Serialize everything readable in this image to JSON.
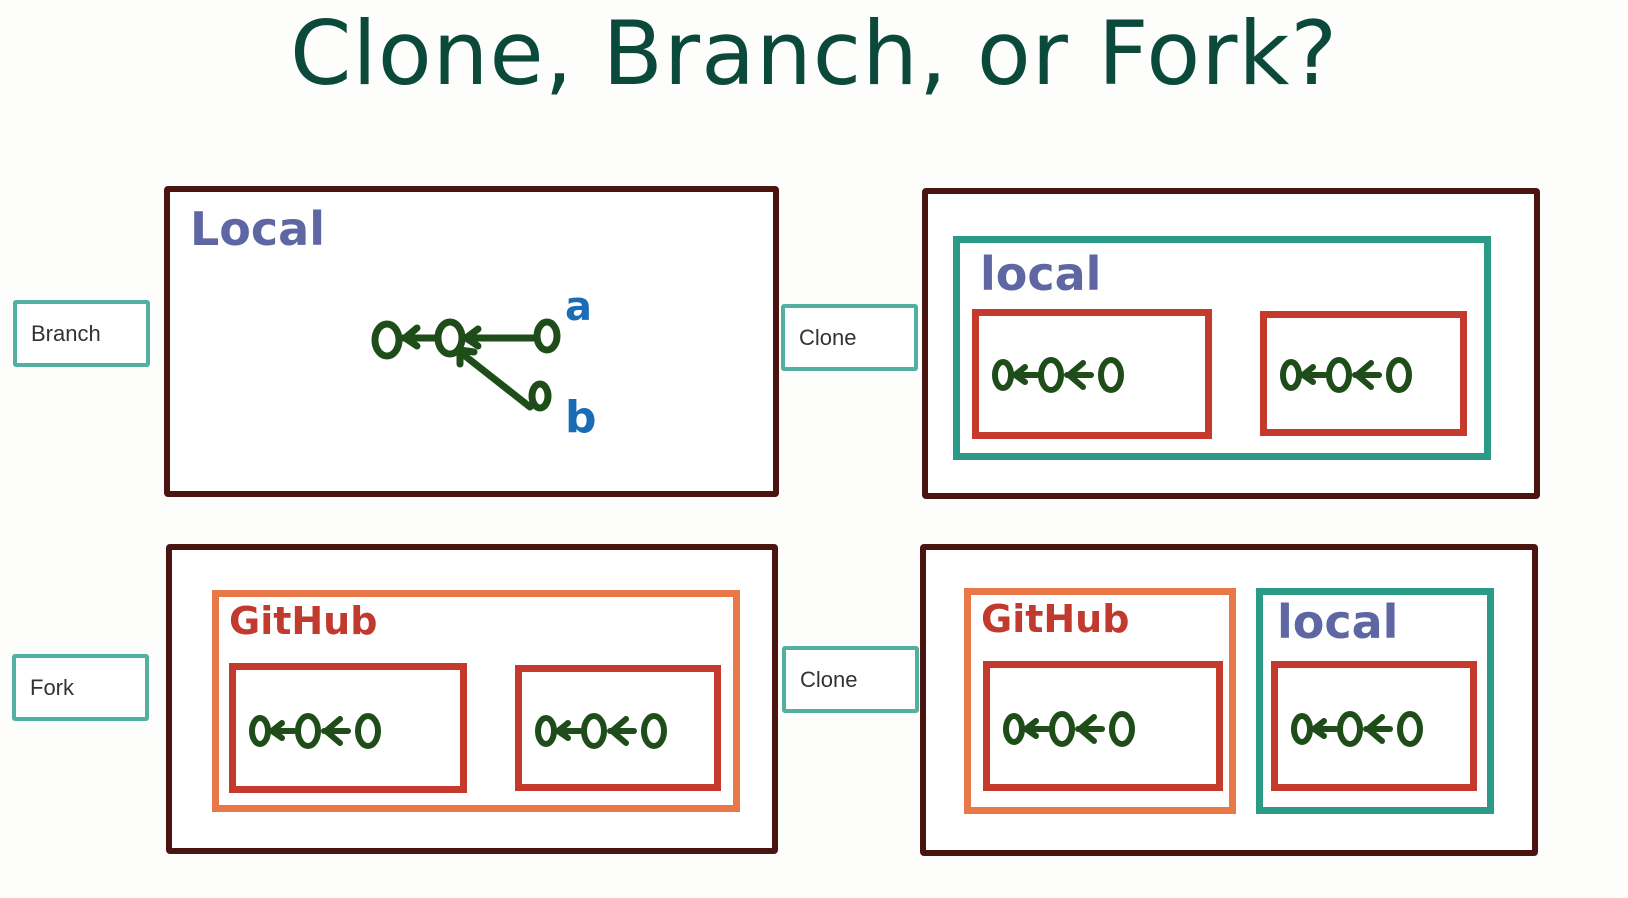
{
  "title": "Clone, Branch, or Fork?",
  "tags": {
    "branch": "Branch",
    "clone_top": "Clone",
    "fork": "Fork",
    "clone_bottom": "Clone"
  },
  "panels": {
    "top_left": {
      "local_label": "Local",
      "branch_a": "a",
      "branch_b": "b"
    },
    "top_right": {
      "local_label": "local"
    },
    "bottom_left": {
      "github_label": "GitHub"
    },
    "bottom_right": {
      "github_label": "GitHub",
      "local_label": "local"
    }
  },
  "colors": {
    "title": "#0b4a3a",
    "panel_border": "#4a1411",
    "tag_border": "#52b0a0",
    "local_box": "#2b9a86",
    "github_box": "#e97848",
    "repo_box": "#c63a2e",
    "commit": "#1f4d1a",
    "branch_letter": "#1a6db5"
  }
}
